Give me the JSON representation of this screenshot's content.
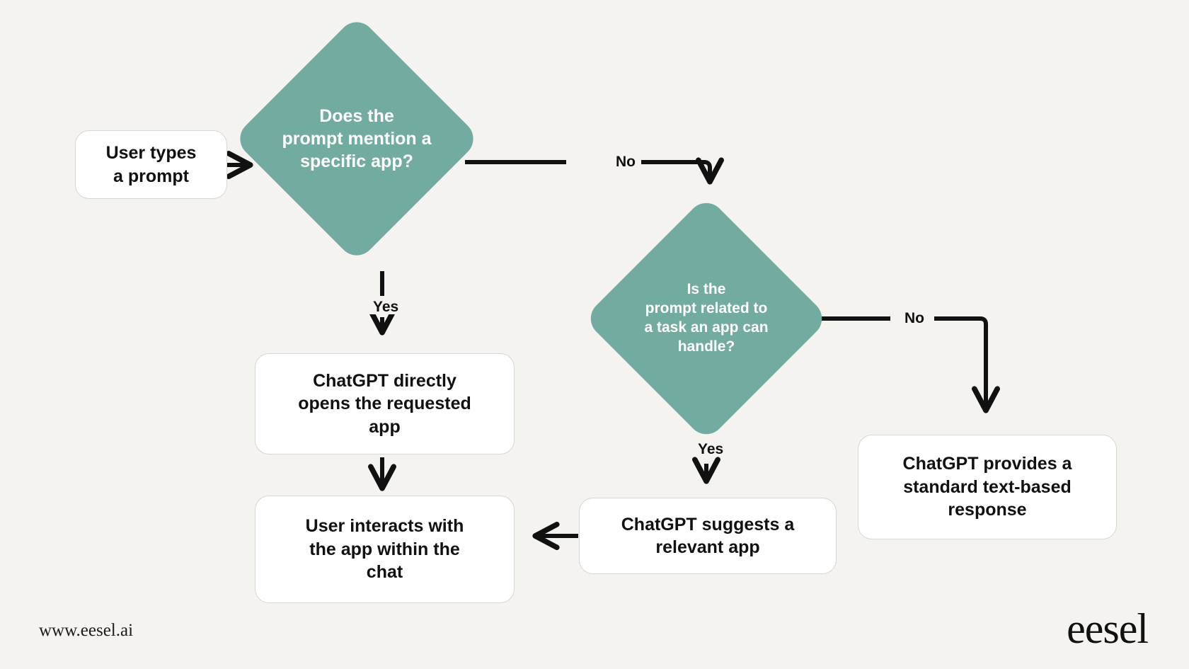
{
  "page": {
    "background_color": "#f4f3f0",
    "accent_color": "#72ab9f",
    "node_fill": "#ffffff",
    "line_color": "#111111"
  },
  "diagram": {
    "type": "flowchart",
    "title": "",
    "nodes": [
      {
        "id": "start",
        "shape": "rounded-rect",
        "text": "User types\na prompt"
      },
      {
        "id": "decision_app",
        "shape": "diamond",
        "text": "Does the\nprompt mention a\nspecific app?"
      },
      {
        "id": "decision_task",
        "shape": "diamond",
        "text": "Is the\nprompt related to\na task an app can\nhandle?"
      },
      {
        "id": "opens_app",
        "shape": "rounded-rect",
        "text": "ChatGPT directly\nopens the requested\napp"
      },
      {
        "id": "suggests_app",
        "shape": "rounded-rect",
        "text": "ChatGPT suggests a\nrelevant app"
      },
      {
        "id": "user_interacts",
        "shape": "rounded-rect",
        "text": "User interacts with\nthe app within the\nchat"
      },
      {
        "id": "text_response",
        "shape": "rounded-rect",
        "text": "ChatGPT provides a\nstandard text-based\nresponse"
      }
    ],
    "edges": [
      {
        "from": "start",
        "to": "decision_app",
        "label": ""
      },
      {
        "from": "decision_app",
        "to": "decision_task",
        "label": "No"
      },
      {
        "from": "decision_app",
        "to": "opens_app",
        "label": "Yes"
      },
      {
        "from": "decision_task",
        "to": "text_response",
        "label": "No"
      },
      {
        "from": "decision_task",
        "to": "suggests_app",
        "label": "Yes"
      },
      {
        "from": "opens_app",
        "to": "user_interacts",
        "label": ""
      },
      {
        "from": "suggests_app",
        "to": "user_interacts",
        "label": ""
      }
    ]
  },
  "footer": {
    "url": "www.eesel.ai",
    "logo": "eesel"
  }
}
